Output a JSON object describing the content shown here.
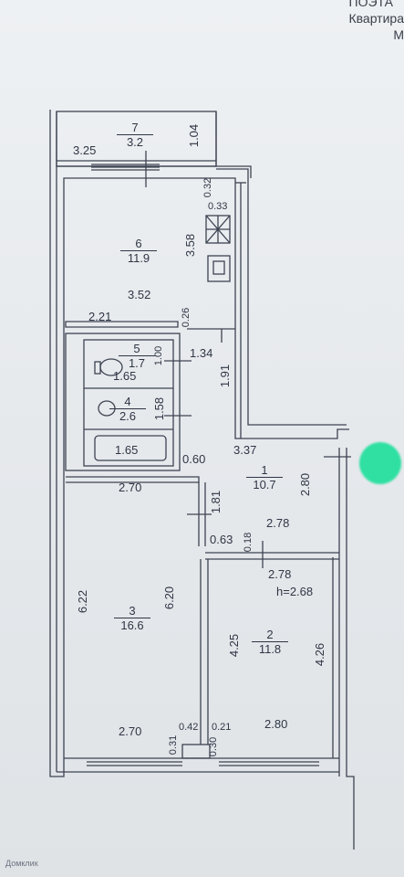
{
  "header": {
    "line1": "ПОЭТА",
    "line2": "Квартира",
    "line3": "М"
  },
  "watermark": "Домклик",
  "ceiling_height": "h=2.68",
  "rooms": [
    {
      "id": "7",
      "area": "3.2"
    },
    {
      "id": "6",
      "area": "11.9"
    },
    {
      "id": "5",
      "area": "1.7"
    },
    {
      "id": "4",
      "area": "2.6"
    },
    {
      "id": "1",
      "area": "10.7"
    },
    {
      "id": "3",
      "area": "16.6"
    },
    {
      "id": "2",
      "area": "11.8"
    }
  ],
  "dimensions": {
    "balcony_width": "3.25",
    "balcony_depth": "1.04",
    "wall_032": "0.32",
    "wall_033": "0.33",
    "kitchen_len": "3.58",
    "kitchen_width": "3.52",
    "d_2_21": "2.21",
    "d_0_26": "0.26",
    "d_1_34": "1.34",
    "wc_depth": "1.00",
    "wc_width": "1.65",
    "d_1_91": "1.91",
    "bath_depth": "1.58",
    "bath_len": "1.65",
    "d_0_60": "0.60",
    "d_3_37": "3.37",
    "hall_len": "2.80",
    "d_2_70_top": "2.70",
    "d_1_81": "1.81",
    "d_2_78_a": "2.78",
    "d_0_63": "0.63",
    "d_0_18": "0.18",
    "d_2_78_b": "2.78",
    "d_6_22": "6.22",
    "d_6_20": "6.20",
    "d_4_25": "4.25",
    "d_4_26": "4.26",
    "d_2_70_bot": "2.70",
    "d_0_42": "0.42",
    "d_0_21": "0.21",
    "d_0_31": "0.31",
    "d_0_30": "0.30",
    "d_2_80_bot": "2.80"
  }
}
